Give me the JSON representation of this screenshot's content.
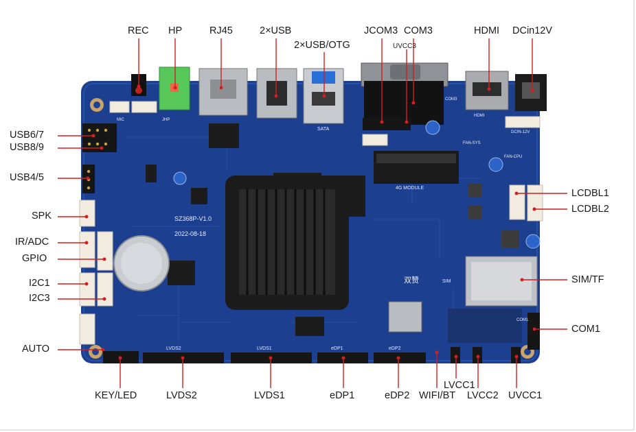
{
  "labels": {
    "rec": "REC",
    "hp": "HP",
    "rj45": "RJ45",
    "usb2": "2×USB",
    "usb_otg": "2×USB/OTG",
    "jcom3": "JCOM3",
    "com3": "COM3",
    "uvcc3": "UVCC3",
    "hdmi": "HDMI",
    "dcin": "DCin12V",
    "usb67": "USB6/7",
    "usb89": "USB8/9",
    "usb45": "USB4/5",
    "spk": "SPK",
    "iradc": "IR/ADC",
    "gpio": "GPIO",
    "i2c1": "I2C1",
    "i2c3": "I2C3",
    "auto": "AUTO",
    "keyled": "KEY/LED",
    "lvds2": "LVDS2",
    "lvds1": "LVDS1",
    "edp1": "eDP1",
    "edp2": "eDP2",
    "wifibt": "WIFI/BT",
    "lvcc1": "LVCC1",
    "lvcc2": "LVCC2",
    "uvcc1": "UVCC1",
    "lcdbl1": "LCDBL1",
    "lcdbl2": "LCDBL2",
    "simtf": "SIM/TF",
    "com1": "COM1"
  },
  "board_silkscreen": {
    "model": "SZ368P-V1.0",
    "date": "2022-08-18",
    "module": "4G MODULE",
    "sata": "SATA",
    "brand": "双赞",
    "sim": "SIM",
    "lvds2": "LVDS2",
    "lvds1": "LVDS1",
    "edp1": "eDP1",
    "edp2": "eDP2",
    "mic": "MIC",
    "jhp": "JHP",
    "fan_sys": "FAN-SYS",
    "fan_cpu": "FAN-CPU",
    "com1": "COM1",
    "com3": "COM3",
    "dcin": "DCIN-12V",
    "hdmi": "HDMI"
  },
  "colors": {
    "pcb": "#1d3f8f",
    "pcb_dark": "#163274",
    "leader": "#d21f1f",
    "heatsink": "#1b1b1b",
    "connector_white": "#f1ebe0",
    "header_black": "#161616",
    "metal": "#b9bcc0",
    "green_jack": "#58c85a"
  }
}
